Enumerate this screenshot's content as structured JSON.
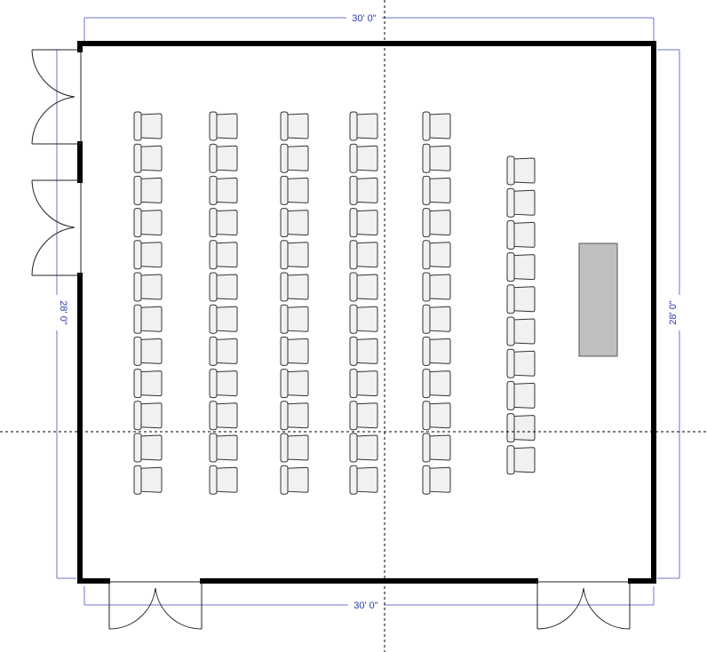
{
  "title": "",
  "dimensions": {
    "top": "30' 0\"",
    "bottom": "30' 0\"",
    "left": "28' 0\"",
    "right": "28' 0\""
  },
  "colors": {
    "wall": "#000000",
    "dimension": "#2b3bb0",
    "chair_fill": "#f1f1f1",
    "table_fill": "#c0c0c0"
  },
  "layout": {
    "chair_columns": [
      {
        "name": "column-1",
        "count": 12
      },
      {
        "name": "column-2",
        "count": 12
      },
      {
        "name": "column-3",
        "count": 12
      },
      {
        "name": "column-4",
        "count": 12
      },
      {
        "name": "column-5",
        "count": 12
      },
      {
        "name": "column-6",
        "count": 10
      }
    ],
    "doors": [
      {
        "name": "left-wall-door-upper",
        "type": "double"
      },
      {
        "name": "left-wall-door-lower",
        "type": "double"
      },
      {
        "name": "bottom-wall-door-left",
        "type": "double"
      },
      {
        "name": "bottom-wall-door-right",
        "type": "double"
      }
    ],
    "table": {
      "name": "presenter-table"
    }
  }
}
